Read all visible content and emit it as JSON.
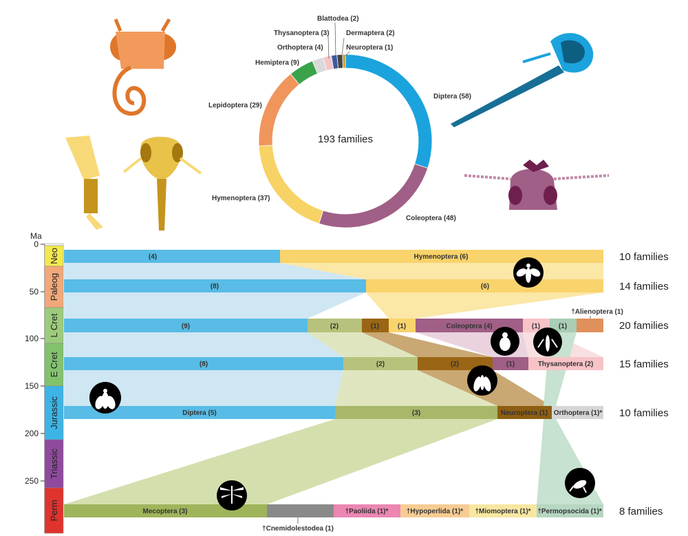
{
  "donut": {
    "center": "193 families",
    "slices": [
      {
        "label": "Diptera (58)",
        "value": 58,
        "color": "#1ba3dd"
      },
      {
        "label": "Coleoptera (48)",
        "value": 48,
        "color": "#a05f86"
      },
      {
        "label": "Hymenoptera (37)",
        "value": 37,
        "color": "#f7d264"
      },
      {
        "label": "Lepidoptera (29)",
        "value": 29,
        "color": "#f0955c"
      },
      {
        "label": "Hemiptera (9)",
        "value": 9,
        "color": "#3aa34a"
      },
      {
        "label": "Orthoptera (4)",
        "value": 4,
        "color": "#d9d9d9"
      },
      {
        "label": "Thysanoptera (3)",
        "value": 3,
        "color": "#f3c6c8"
      },
      {
        "label": "Blattodea (2)",
        "value": 2,
        "color": "#3c5a9e"
      },
      {
        "label": "Dermaptera (2)",
        "value": 2,
        "color": "#444444"
      },
      {
        "label": "Neuroptera (1)",
        "value": 1,
        "color": "#c39a2c"
      }
    ]
  },
  "axis": {
    "title": "Ma",
    "ticks": [
      "0",
      "50",
      "100",
      "150",
      "200",
      "250"
    ]
  },
  "eras": [
    "Neo",
    "Paleog",
    "L Cret",
    "E Cret",
    "Jurassic",
    "Triassic",
    "Perm"
  ],
  "rows": {
    "r1": {
      "total": "10 families",
      "segs": {
        "dip": "(4)",
        "hym": "Hymenoptera (6)"
      }
    },
    "r2": {
      "total": "14 families",
      "segs": {
        "dip": "(8)",
        "hym": "(6)"
      }
    },
    "r3": {
      "total": "20 families",
      "segs": {
        "dip": "(9)",
        "mec": "(2)",
        "neu": "(1)",
        "hym": "(1)",
        "col": "Coleoptera (4)",
        "thy": "(1)",
        "ort": "(1)",
        "ali": "†Alienoptera (1)"
      }
    },
    "r4": {
      "total": "15 families",
      "segs": {
        "dip": "(8)",
        "mec": "(2)",
        "neu": "(2)",
        "col": "(1)",
        "thy": "Thysanoptera (2)"
      }
    },
    "r5": {
      "total": "10 families",
      "segs": {
        "dip": "Diptera (5)",
        "mec": "(3)",
        "neu": "Neuroptera (1)",
        "ort": "Orthoptera (1)*"
      }
    },
    "r6": {
      "total": "8 families",
      "segs": {
        "mec": "Mecoptera (3)",
        "cne": "†Cnemidolestodea (1)",
        "pao": "†Paoliida (1)*",
        "hyp": "†Hypoperlida (1)*",
        "mio": "†Miomoptera (1)*",
        "per": "†Permopsocida (1)*"
      }
    }
  },
  "colors": {
    "diptera": "#58bce6",
    "hymenoptera": "#f9d36b",
    "mecoptera": "#9fb45b",
    "neuroptera": "#8e5e12",
    "coleoptera": "#a05f86",
    "thysanoptera": "#f7c3c7",
    "orthoptera": "#cdcdcd",
    "alienoptera": "#e0905a",
    "permopsocida": "#b7d7c3"
  }
}
